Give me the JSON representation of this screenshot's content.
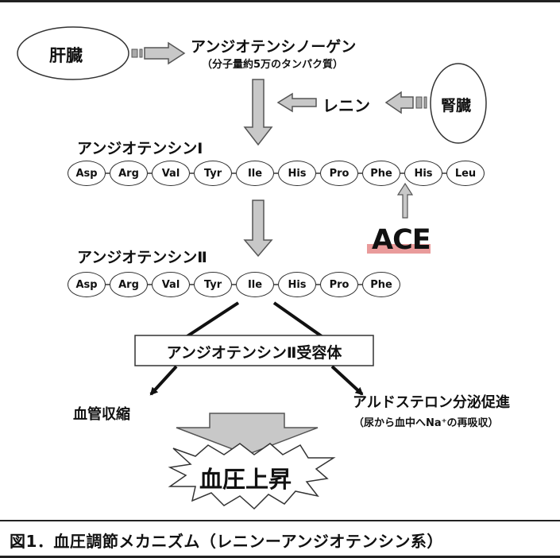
{
  "organs": {
    "liver": "肝臓",
    "kidney": "腎臓"
  },
  "angiotensinogen": {
    "name": "アンジオテンシノーゲン",
    "note": "（分子量約5万のタンパク質）"
  },
  "renin": "レニン",
  "angiotensin1": {
    "label": "アンジオテンシンⅠ",
    "residues": [
      "Asp",
      "Arg",
      "Val",
      "Tyr",
      "Ile",
      "His",
      "Pro",
      "Phe",
      "His",
      "Leu"
    ]
  },
  "ace": "ACE",
  "angiotensin2": {
    "label": "アンジオテンシンⅡ",
    "residues": [
      "Asp",
      "Arg",
      "Val",
      "Tyr",
      "Ile",
      "His",
      "Pro",
      "Phe"
    ]
  },
  "receptor": "アンジオテンシンⅡ受容体",
  "effects": {
    "vasoconstriction": "血管収縮",
    "aldosterone": "アルドステロン分泌促進",
    "aldosterone_note": "（尿から血中へNa⁺の再吸収）"
  },
  "result": "血圧上昇",
  "caption": "図1．血圧調節メカニズム（レニンーアンジオテンシン系）",
  "colors": {
    "arrow_fill": "#c8c8c8",
    "arrow_stroke": "#555555",
    "ace_highlight": "#e58a8a"
  }
}
